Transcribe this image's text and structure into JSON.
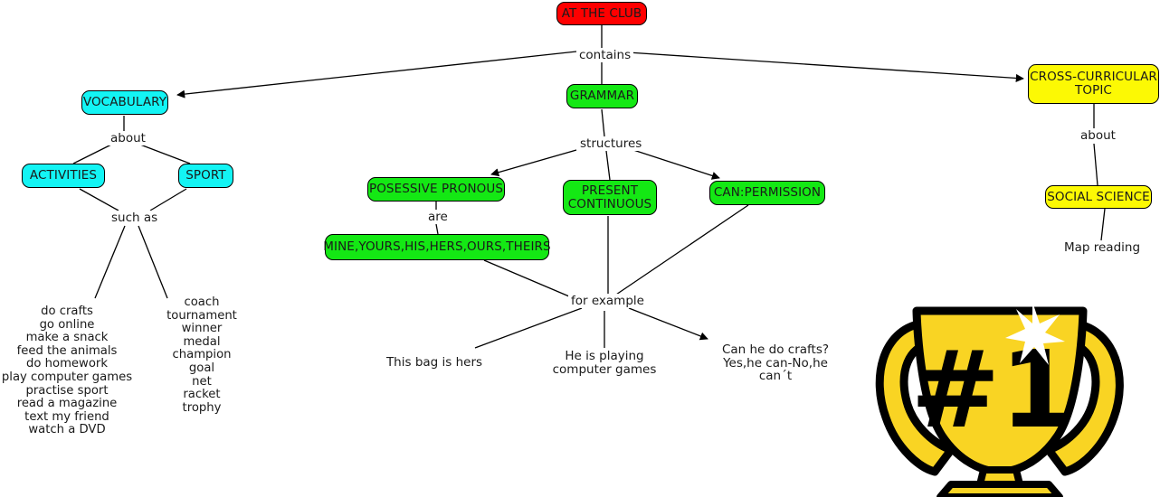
{
  "map": {
    "title": "AT THE CLUB",
    "nodes": {
      "root": {
        "label": "AT THE CLUB",
        "color": "#fe0000"
      },
      "vocabulary": {
        "label": "VOCABULARY",
        "color": "#13f4f4"
      },
      "activities": {
        "label": "ACTIVITIES",
        "color": "#13f4f4"
      },
      "sport": {
        "label": "SPORT",
        "color": "#13f4f4"
      },
      "grammar": {
        "label": "GRAMMAR",
        "color": "#14e814"
      },
      "possessive_pronouns": {
        "label": "POSESSIVE PRONOUS",
        "color": "#14e814"
      },
      "present_continuous": {
        "label": "PRESENT\nCONTINUOUS",
        "color": "#14e814"
      },
      "can_permission": {
        "label": "CAN:PERMISSION",
        "color": "#14e814"
      },
      "pronoun_list": {
        "label": "MINE,YOURS,HIS,HERS,OURS,THEIRS",
        "color": "#14e814"
      },
      "cross_curricular": {
        "label": "CROSS-CURRICULAR\nTOPIC",
        "color": "#fcf904"
      },
      "social_science": {
        "label": "SOCIAL SCIENCE",
        "color": "#fcf904"
      }
    },
    "link_labels": {
      "contains": "contains",
      "about_vocabulary": "about",
      "such_as": "such as",
      "structures": "structures",
      "are": "are",
      "for_example": "for example",
      "about_cross_curricular": "about"
    },
    "leaves": {
      "activities_list": [
        "do crafts",
        "go online",
        "make a snack",
        "feed the animals",
        "do homework",
        "play computer games",
        "practise sport",
        "read a magazine",
        "text my friend",
        "watch a DVD"
      ],
      "sport_list": [
        "coach",
        "tournament",
        "winner",
        "medal",
        "champion",
        "goal",
        "net",
        "racket",
        "trophy"
      ],
      "example_possessive": "This bag is hers",
      "example_present_continuous": "He is playing\ncomputer games",
      "example_can": "Can he do crafts?\nYes,he can-No,he can´t",
      "map_reading": "Map reading"
    }
  },
  "decoration": {
    "trophy_label": "#1",
    "trophy_body_color": "#f9d423",
    "trophy_outline_color": "#000000",
    "sparkle_color": "#ffffff"
  }
}
